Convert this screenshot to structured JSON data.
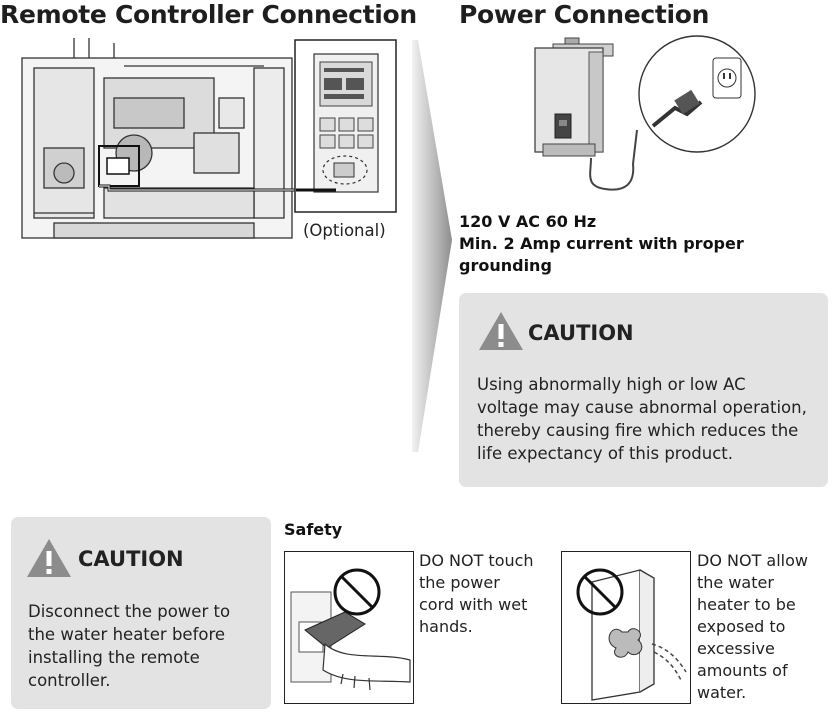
{
  "remote": {
    "title": "Remote Controller Connection",
    "optional_label": "(Optional)"
  },
  "power": {
    "title": "Power Connection",
    "spec_line1": "120 V AC 60 Hz",
    "spec_line2": "Min. 2 Amp current with proper",
    "spec_line3": "grounding"
  },
  "caution_power": {
    "title": "CAUTION",
    "lines": [
      "Using abnormally high or low AC",
      "voltage may cause abnormal operation,",
      "thereby causing fire which reduces the",
      "life expectancy of this product."
    ]
  },
  "caution_disconnect": {
    "title": "CAUTION",
    "lines": [
      "Disconnect the power to",
      "the water heater before",
      "installing the remote",
      "controller."
    ]
  },
  "safety": {
    "title": "Safety",
    "item1_lines": [
      "DO NOT touch",
      "the power",
      "cord with wet",
      "hands."
    ],
    "item2_lines": [
      "DO NOT allow",
      "the water",
      "heater to be",
      "exposed to",
      "excessive",
      "amounts of",
      "water."
    ]
  },
  "icons": {
    "warning": "warning-triangle-icon",
    "prohibited": "prohibited-icon"
  }
}
